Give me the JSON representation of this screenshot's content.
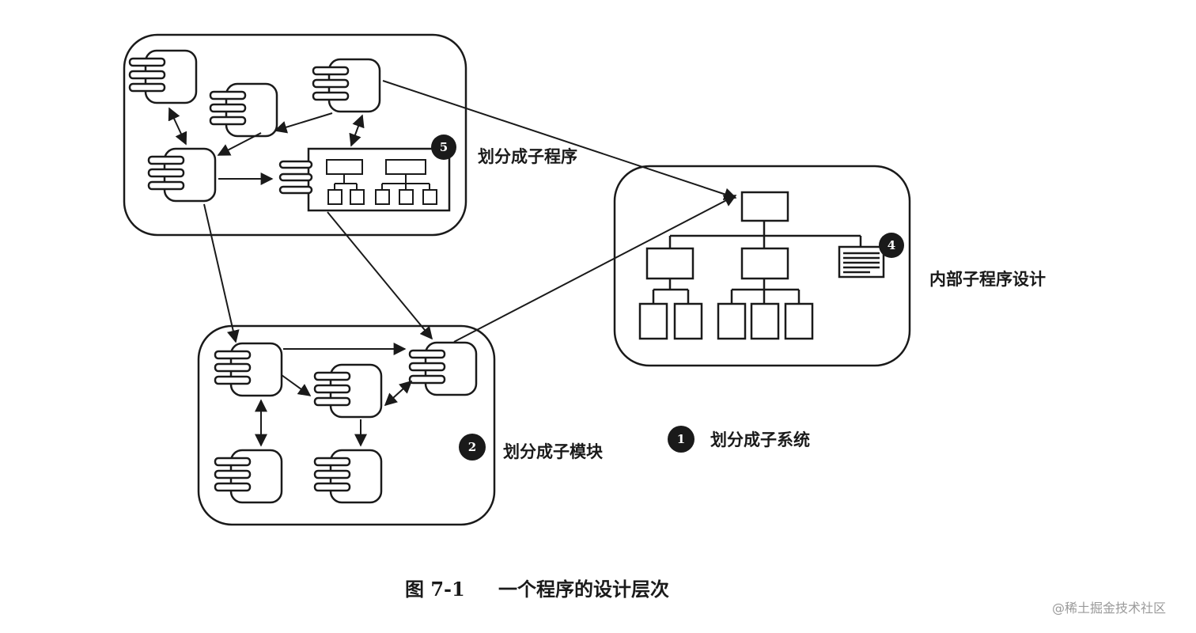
{
  "labels": {
    "split_programs": "划分成子程序",
    "internal_design": "内部子程序设计",
    "split_modules": "划分成子模块",
    "split_systems": "划分成子系统"
  },
  "badges": {
    "b1": "1",
    "b2": "2",
    "b4": "4",
    "b5": "5"
  },
  "caption": {
    "figure_number": "图 7-1",
    "title": "一个程序的设计层次"
  },
  "watermark": "@稀土掘金技术社区",
  "colors": {
    "ink": "#1a1a1a",
    "background": "#ffffff",
    "watermark": "#9a9a9a"
  }
}
